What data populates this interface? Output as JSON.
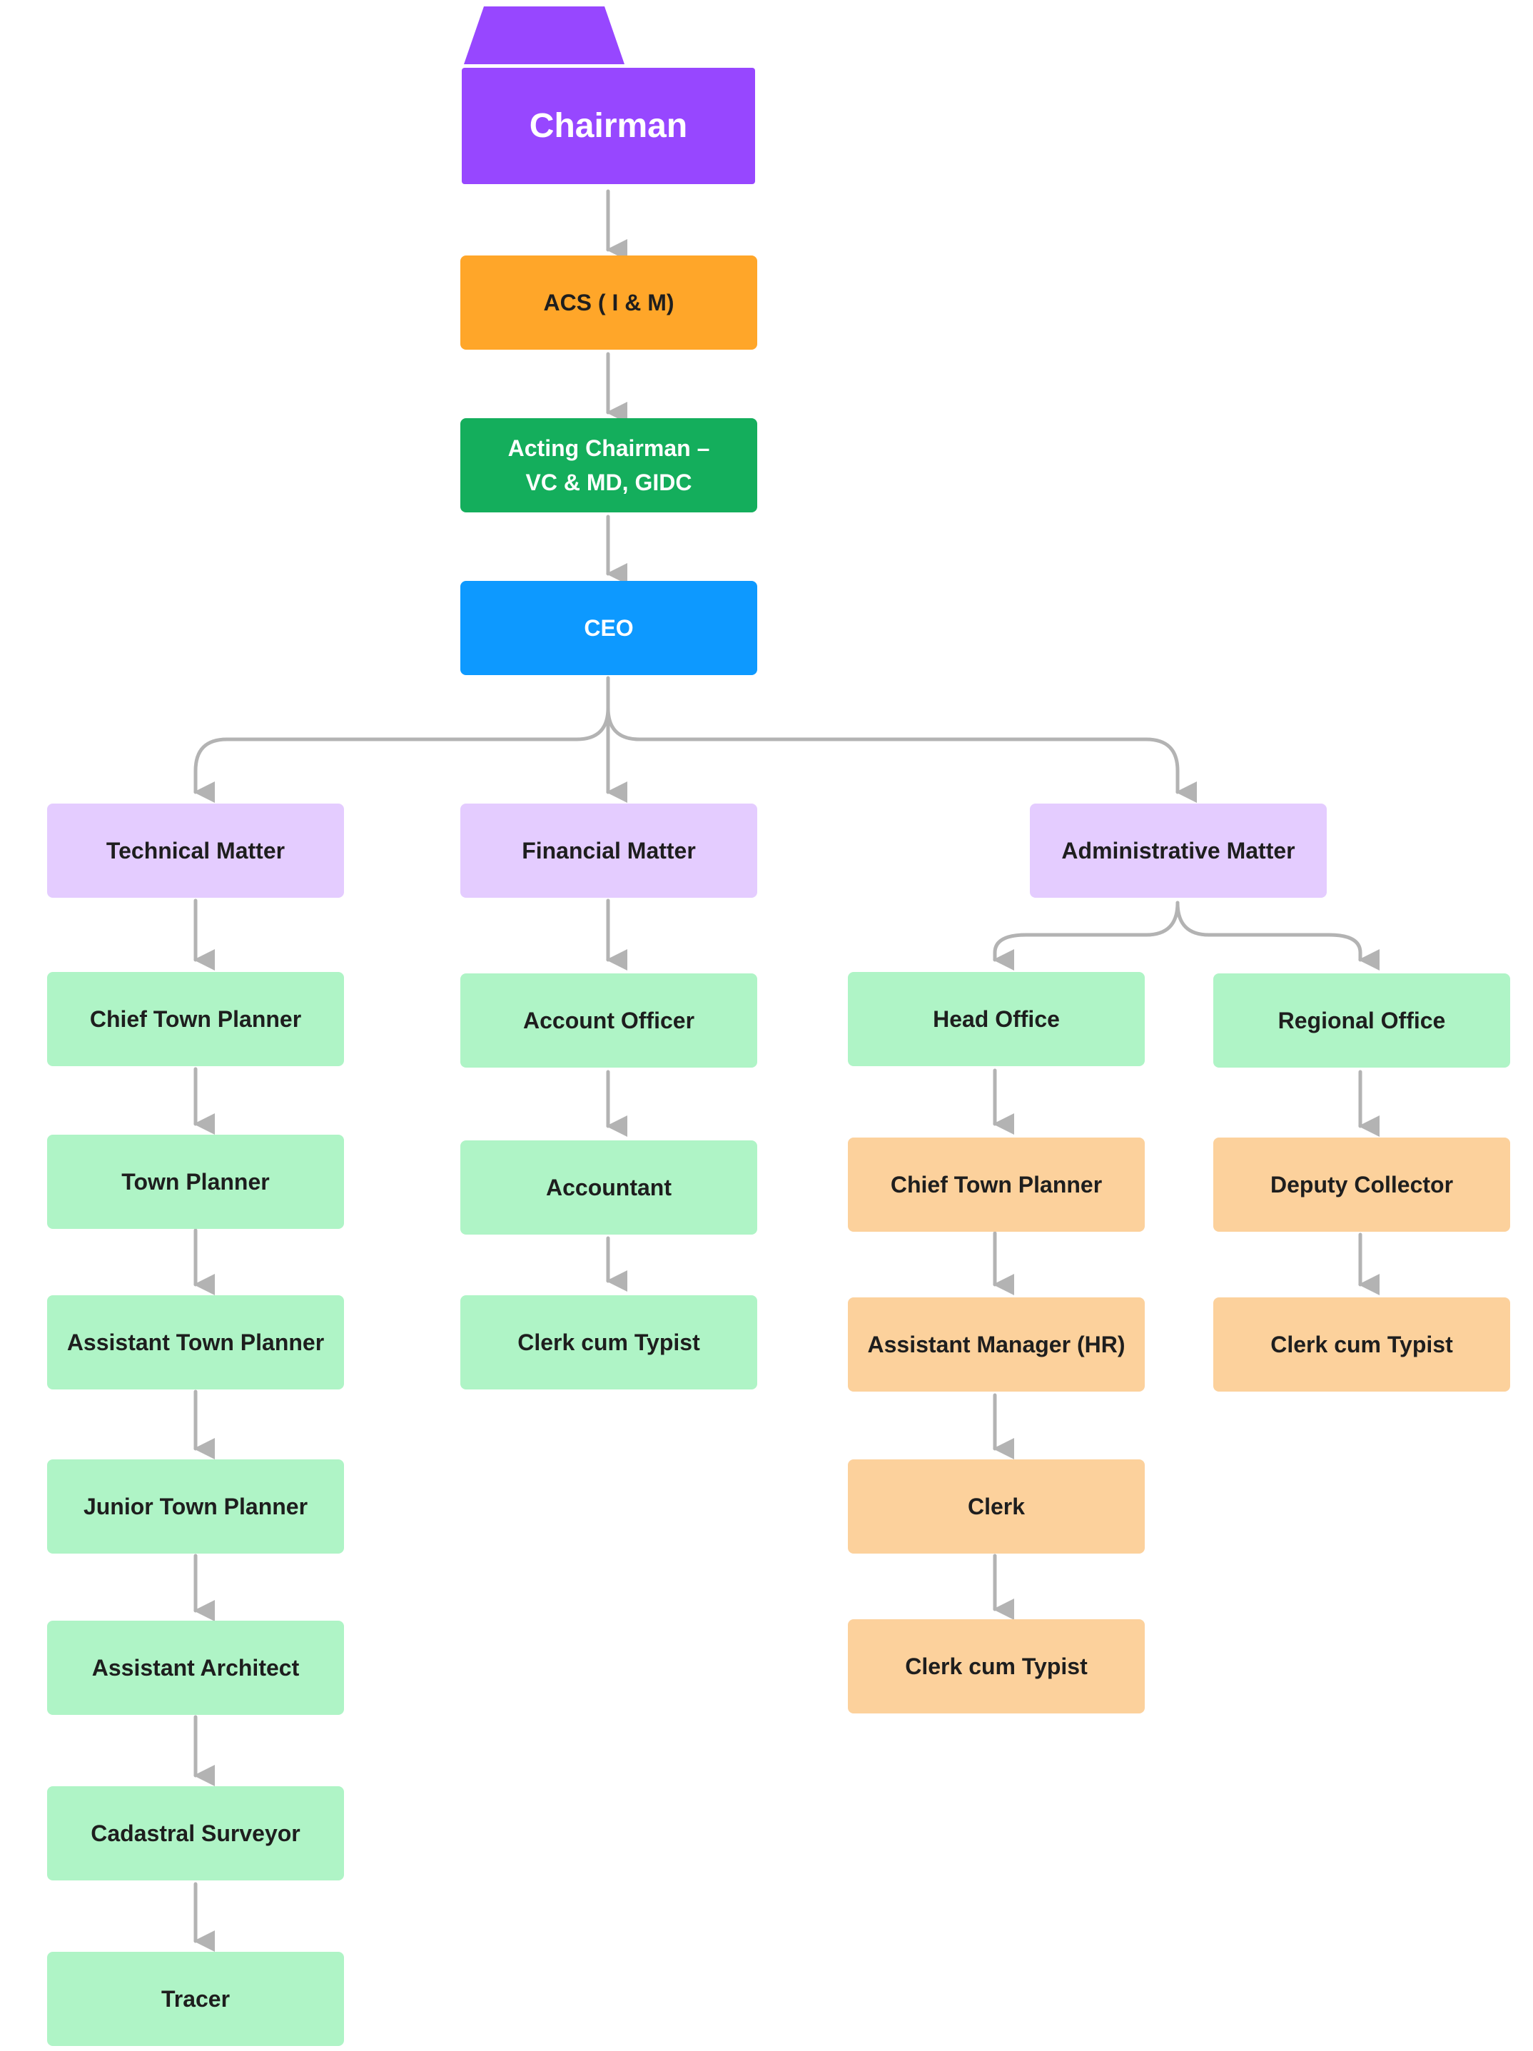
{
  "chairman": "Chairman",
  "acs": "ACS ( I & M)",
  "acting_chairman": [
    "Acting Chairman –",
    "VC & MD, GIDC"
  ],
  "ceo": "CEO",
  "technical": {
    "title": "Technical Matter",
    "items": [
      "Chief Town Planner",
      "Town Planner",
      "Assistant Town Planner",
      "Junior Town Planner",
      "Assistant Architect",
      "Cadastral Surveyor",
      "Tracer"
    ]
  },
  "financial": {
    "title": "Financial Matter",
    "items": [
      "Account Officer",
      "Accountant",
      "Clerk cum Typist"
    ]
  },
  "administrative": {
    "title": "Administrative Matter",
    "head_office": {
      "title": "Head Office",
      "items": [
        "Chief Town Planner",
        "Assistant Manager (HR)",
        "Clerk",
        "Clerk cum Typist"
      ]
    },
    "regional_office": {
      "title": "Regional Office",
      "items": [
        "Deputy Collector",
        "Clerk cum Typist"
      ]
    }
  },
  "colors": {
    "chairman": "#9747ff",
    "acs": "#ffa629",
    "acting_chairman": "#14ae5c",
    "ceo": "#0d99ff",
    "matter": "#e4ccff",
    "green_box": "#aff4c6",
    "orange_box": "#fcd19c",
    "connector": "#b3b3b3"
  }
}
